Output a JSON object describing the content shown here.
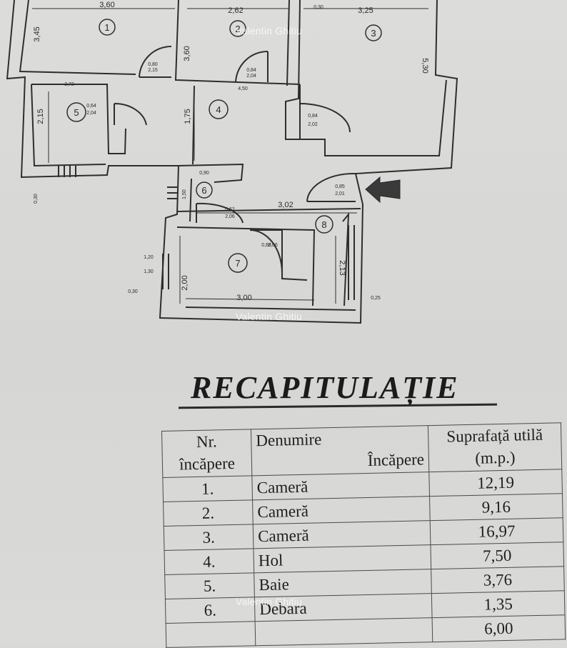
{
  "watermark": "Valentin Ghitiu",
  "plan": {
    "rooms": [
      "1",
      "2",
      "3",
      "4",
      "5",
      "6",
      "7",
      "8"
    ],
    "dimensions": {
      "d360": "3,60",
      "d262": "2,62",
      "d325": "3,25",
      "d030a": "0,30",
      "d345": "3,45",
      "d360v": "3,60",
      "d530": "5,30",
      "d215": "2,15",
      "d175": "1,75",
      "d030b": "0,30",
      "d302": "3,02",
      "d120": "1,20",
      "d130": "1,30",
      "d200": "2,00",
      "d300": "3,00",
      "d030c": "0,30",
      "d213": "2,13",
      "d025": "0,25",
      "d090": "0,90",
      "d150": "1,50",
      "d272": "2,72",
      "d450": "4,50"
    },
    "doors": {
      "door1": "0,80",
      "door1b": "2,15",
      "door2": "0,84",
      "door2b": "2,04",
      "door3": "0,84",
      "door3b": "2,02",
      "door5": "0,64",
      "door5b": "2,04",
      "door6": "0,62",
      "door6b": "2,06",
      "door7": "0,88",
      "door7b": "2,06",
      "door8": "0,85",
      "door8b": "2,01"
    }
  },
  "recap": {
    "title": "RECAPITULAȚIE",
    "headers": {
      "nr_line1": "Nr.",
      "nr_line2": "încăpere",
      "name_line1": "Denumire",
      "name_line2": "Încăpere",
      "area_line1": "Suprafață utilă",
      "area_line2": "(m.p.)"
    },
    "rows": [
      {
        "nr": "1.",
        "name": "Cameră",
        "area": "12,19"
      },
      {
        "nr": "2.",
        "name": "Cameră",
        "area": "9,16"
      },
      {
        "nr": "3.",
        "name": "Cameră",
        "area": "16,97"
      },
      {
        "nr": "4.",
        "name": "Hol",
        "area": "7,50"
      },
      {
        "nr": "5.",
        "name": "Baie",
        "area": "3,76"
      },
      {
        "nr": "6.",
        "name": "Debara",
        "area": "1,35"
      },
      {
        "nr": "",
        "name": "",
        "area": "6,00"
      }
    ]
  }
}
